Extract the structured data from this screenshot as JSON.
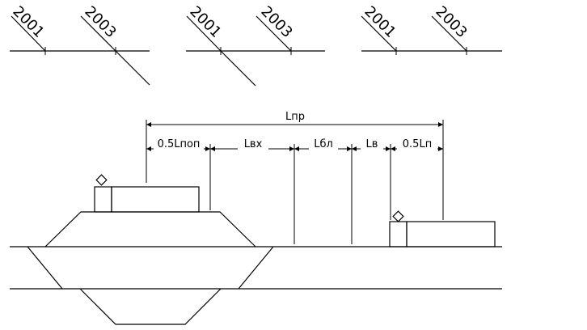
{
  "switch_groups": [
    {
      "label_a": "2001",
      "label_b": "2003"
    },
    {
      "label_a": "2001",
      "label_b": "2003"
    },
    {
      "label_a": "2001",
      "label_b": "2003"
    }
  ],
  "dimensions": {
    "total": "Lпр",
    "segment_1": "0.5Lпоп",
    "segment_2": "Lвх",
    "segment_3": "Lбл",
    "segment_4": "Lв",
    "segment_5": "0.5Lп"
  }
}
